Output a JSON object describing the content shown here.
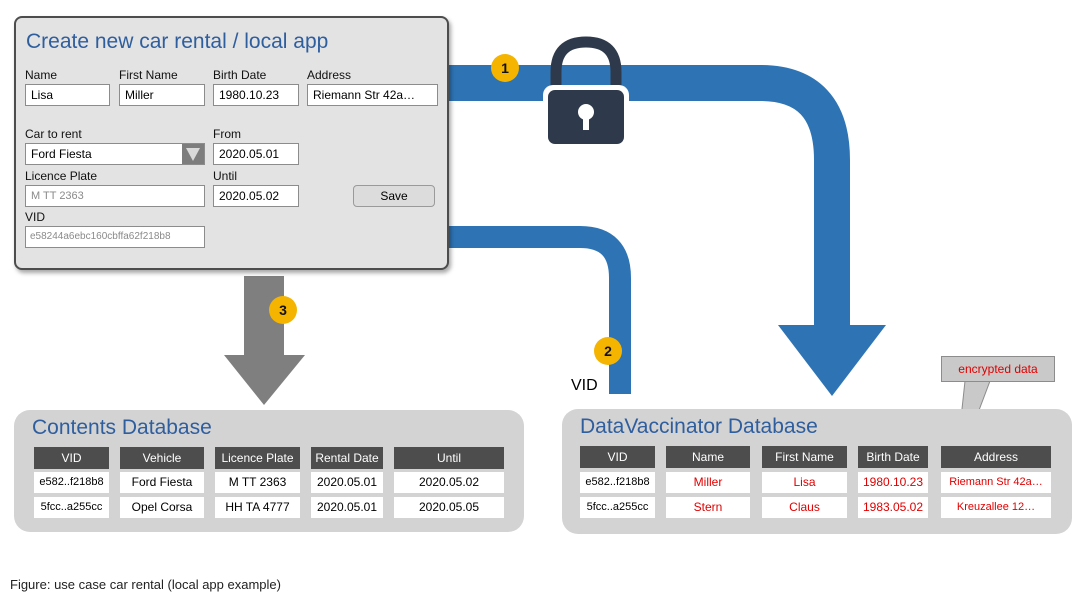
{
  "form": {
    "title": "Create new car rental / local app",
    "labels": {
      "name": "Name",
      "first_name": "First Name",
      "birth_date": "Birth Date",
      "address": "Address",
      "car_to_rent": "Car to rent",
      "from": "From",
      "licence_plate": "Licence Plate",
      "until": "Until",
      "vid": "VID"
    },
    "values": {
      "name": "Lisa",
      "first_name": "Miller",
      "birth_date": "1980.10.23",
      "address": "Riemann Str 42a…",
      "car_to_rent": "Ford Fiesta",
      "from": "2020.05.01",
      "licence_plate": "M TT 2363",
      "until": "2020.05.02",
      "vid": "e58244a6ebc160cbffa62f218b8"
    },
    "save_label": "Save"
  },
  "badges": {
    "one": "1",
    "two": "2",
    "three": "3"
  },
  "vid_flow_label": "VID",
  "callout": "encrypted data",
  "contents_db": {
    "title": "Contents Database",
    "headers": [
      "VID",
      "Vehicle",
      "Licence Plate",
      "Rental Date",
      "Until"
    ],
    "rows": [
      [
        "e582..f218b8",
        "Ford Fiesta",
        "M TT 2363",
        "2020.05.01",
        "2020.05.02"
      ],
      [
        "5fcc..a255cc",
        "Opel Corsa",
        "HH TA 4777",
        "2020.05.01",
        "2020.05.05"
      ]
    ]
  },
  "datavaccinator_db": {
    "title": "DataVaccinator Database",
    "headers": [
      "VID",
      "Name",
      "First Name",
      "Birth Date",
      "Address"
    ],
    "rows": [
      [
        "e582..f218b8",
        "Miller",
        "Lisa",
        "1980.10.23",
        "Riemann Str 42a…"
      ],
      [
        "5fcc..a255cc",
        "Stern",
        "Claus",
        "1983.05.02",
        "Kreuzallee 12…"
      ]
    ]
  },
  "caption": "Figure: use case car rental (local app example)",
  "colors": {
    "flow_blue": "#2e74b5",
    "flow_gray": "#7f7f7f",
    "title_blue": "#2f5e9e",
    "badge": "#f4b400",
    "encrypted_red": "#e00000"
  },
  "icons": [
    "padlock-icon",
    "dropdown-arrow-icon"
  ]
}
